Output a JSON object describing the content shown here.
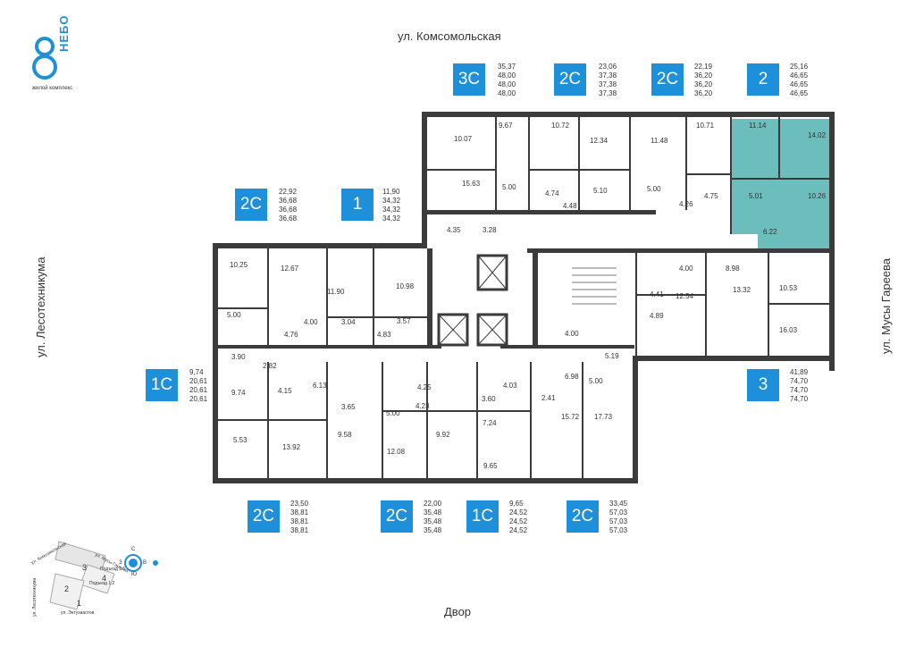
{
  "brand": {
    "word": "НЕБО",
    "subtitle": "жилой комплекс"
  },
  "colors": {
    "badge": "#1e8fd9",
    "highlight": "#5bb7b5",
    "wall": "#3b3b3b"
  },
  "streets": {
    "top": "ул. Комсомольская",
    "left": "ул. Лесотехникума",
    "right": "ул. Мусы Гареева",
    "bottom": "Двор"
  },
  "apartments": [
    {
      "id": "a1",
      "type": "3С",
      "areas": [
        "35,37",
        "48,00",
        "48,00",
        "48,00"
      ]
    },
    {
      "id": "a2",
      "type": "2С",
      "areas": [
        "23,06",
        "37,38",
        "37,38",
        "37,38"
      ]
    },
    {
      "id": "a3",
      "type": "2С",
      "areas": [
        "22,19",
        "36,20",
        "36,20",
        "36,20"
      ]
    },
    {
      "id": "a4",
      "type": "2",
      "areas": [
        "25,16",
        "46,65",
        "46,65",
        "46,65"
      ]
    },
    {
      "id": "a5",
      "type": "2С",
      "areas": [
        "22,92",
        "36,68",
        "36,68",
        "36,68"
      ]
    },
    {
      "id": "a6",
      "type": "1",
      "areas": [
        "11,90",
        "34,32",
        "34,32",
        "34,32"
      ]
    },
    {
      "id": "a7",
      "type": "1С",
      "areas": [
        "9,74",
        "20,61",
        "20,61",
        "20,61"
      ]
    },
    {
      "id": "a8",
      "type": "3",
      "areas": [
        "41,89",
        "74,70",
        "74,70",
        "74,70"
      ]
    },
    {
      "id": "a9",
      "type": "2С",
      "areas": [
        "23,50",
        "38,81",
        "38,81",
        "38,81"
      ]
    },
    {
      "id": "a10",
      "type": "2С",
      "areas": [
        "22,00",
        "35,48",
        "35,48",
        "35,48"
      ]
    },
    {
      "id": "a11",
      "type": "1С",
      "areas": [
        "9,65",
        "24,52",
        "24,52",
        "24,52"
      ]
    },
    {
      "id": "a12",
      "type": "2С",
      "areas": [
        "33,45",
        "57,03",
        "57,03",
        "57,03"
      ]
    }
  ],
  "rooms": [
    "9.67",
    "10.72",
    "12.34",
    "11.48",
    "10.71",
    "11.14",
    "14.02",
    "10.07",
    "15.63",
    "5.00",
    "4.74",
    "5.10",
    "5.00",
    "4.75",
    "5.01",
    "10.26",
    "4.48",
    "4.26",
    "6.22",
    "4.35",
    "3.28",
    "10.25",
    "12.67",
    "11.90",
    "10.98",
    "5.00",
    "4.00",
    "3.04",
    "3.57",
    "4.76",
    "4.83",
    "4.00",
    "8.98",
    "4.41",
    "12.54",
    "13.32",
    "10.53",
    "4.89",
    "16.03",
    "3.90",
    "2.82",
    "9.74",
    "4.15",
    "6.13",
    "3.65",
    "4.25",
    "5.00",
    "4.23",
    "3.60",
    "4.03",
    "7.24",
    "4.00",
    "5.19",
    "6.98",
    "5.00",
    "2.41",
    "15.72",
    "17.73",
    "5.53",
    "13.92",
    "9.58",
    "12.08",
    "9.92",
    "9.65"
  ],
  "minimap": {
    "labels": [
      "ул. Комсомольская",
      "ул. Мусы Гареева",
      "ул. Лесотехникума",
      "ул. Энтузиастов"
    ],
    "sections": [
      "1",
      "2",
      "3",
      "4"
    ],
    "entrances": [
      "Подъезд 1.1",
      "Подъезд 1.2"
    ],
    "compass": [
      "С",
      "В",
      "Ю",
      "З"
    ]
  }
}
